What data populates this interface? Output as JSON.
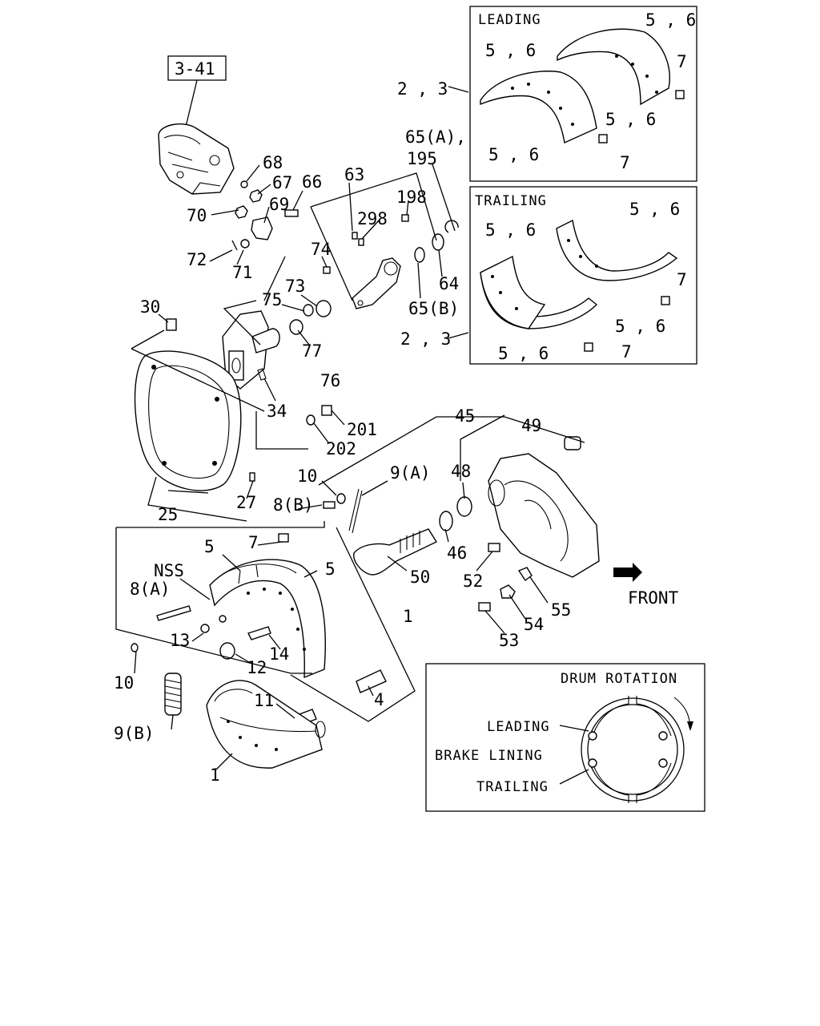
{
  "diagram": {
    "ref_box": "3-41",
    "front_label": "FRONT",
    "leading_box": {
      "title": "LEADING",
      "labels": [
        "5 , 6",
        "5 , 6",
        "7",
        "5 , 6",
        "5 , 6",
        "7",
        "2 , 3"
      ]
    },
    "trailing_box": {
      "title": "TRAILING",
      "labels": [
        "5 , 6",
        "5 , 6",
        "7",
        "5 , 6",
        "5 , 6",
        "7",
        "2 , 3"
      ]
    },
    "rotation_box": {
      "title": "DRUM ROTATION",
      "leading": "LEADING",
      "lining": "BRAKE LINING",
      "trailing": "TRAILING"
    },
    "callouts": {
      "c68": "68",
      "c67": "67",
      "c66": "66",
      "c70": "70",
      "c69": "69",
      "c72": "72",
      "c71": "71",
      "c63": "63",
      "c298": "298",
      "c198": "198",
      "c65a": "65(A),",
      "c195": "195",
      "c74": "74",
      "c64": "64",
      "c65b": "65(B)",
      "c73": "73",
      "c75": "75",
      "c30": "30",
      "c77": "77",
      "c76": "76",
      "c34": "34",
      "c201": "201",
      "c202": "202",
      "c45": "45",
      "c49": "49",
      "c10a": "10",
      "c9a": "9(A)",
      "c48": "48",
      "c8b": "8(B)",
      "c27": "27",
      "c25": "25",
      "c46": "46",
      "c7": "7",
      "c5a": "5",
      "c5b": "5",
      "cnss": "NSS",
      "c8a": "8(A)",
      "c50": "50",
      "c52": "52",
      "c1a": "1",
      "c13": "13",
      "c14": "14",
      "c12": "12",
      "c55": "55",
      "c54": "54",
      "c53": "53",
      "c10b": "10",
      "c11": "11",
      "c4": "4",
      "c9b": "9(B)",
      "c1b": "1"
    }
  }
}
